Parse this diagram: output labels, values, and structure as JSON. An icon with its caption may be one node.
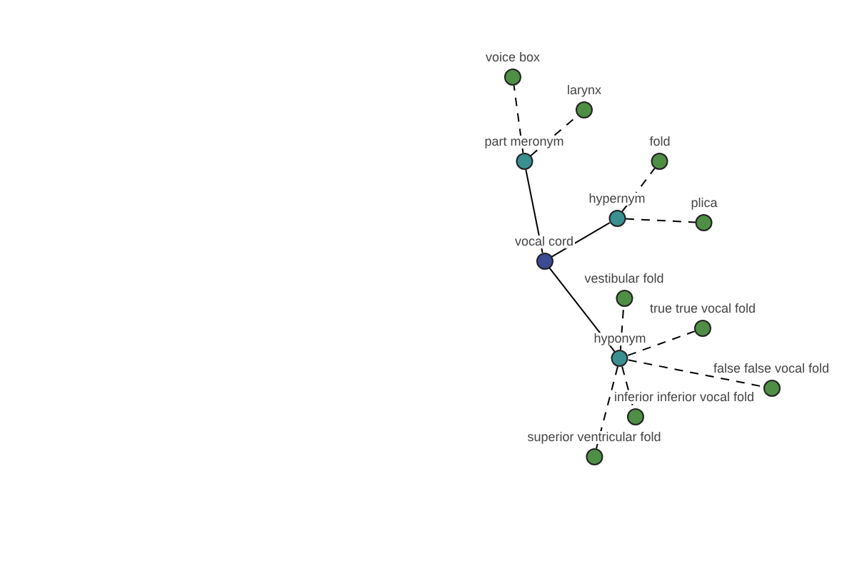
{
  "diagram": {
    "nodes": [
      {
        "text": [
          "vocal cord"
        ]
      },
      {
        "text": [
          "part meronym"
        ]
      },
      {
        "text": [
          "voice box"
        ]
      },
      {
        "text": [
          "larynx"
        ]
      },
      {
        "text": [
          "hypernym"
        ]
      },
      {
        "text": [
          "fold"
        ]
      },
      {
        "text": [
          "plica"
        ]
      },
      {
        "text": [
          "hyponym"
        ]
      },
      {
        "text": [
          "vestibular fold"
        ]
      },
      {
        "text": [
          "true true vocal fold"
        ]
      },
      {
        "text": [
          "false false vocal fold"
        ]
      },
      {
        "text": [
          "inferior inferior vocal fold"
        ]
      },
      {
        "text": [
          "superior ventricular fold"
        ]
      }
    ],
    "edges": [
      {
        "from": 0,
        "to": 1,
        "arrow": "none"
      },
      {
        "from": 0,
        "to": 4,
        "arrow": "none"
      },
      {
        "from": 0,
        "to": 7,
        "arrow": "none"
      },
      {
        "from": 1,
        "to": 2,
        "arrow": "none",
        "style": "dashed"
      },
      {
        "from": 1,
        "to": 3,
        "arrow": "none",
        "style": "dashed"
      },
      {
        "from": 4,
        "to": 5,
        "arrow": "none",
        "style": "dashed"
      },
      {
        "from": 4,
        "to": 6,
        "arrow": "none",
        "style": "dashed"
      },
      {
        "from": 7,
        "to": 8,
        "arrow": "none",
        "style": "dashed"
      },
      {
        "from": 7,
        "to": 9,
        "arrow": "none",
        "style": "dashed"
      },
      {
        "from": 7,
        "to": 10,
        "arrow": "none",
        "style": "dashed"
      },
      {
        "from": 7,
        "to": 11,
        "arrow": "none",
        "style": "dashed"
      },
      {
        "from": 7,
        "to": 12,
        "arrow": "none",
        "style": "dashed"
      }
    ]
  }
}
